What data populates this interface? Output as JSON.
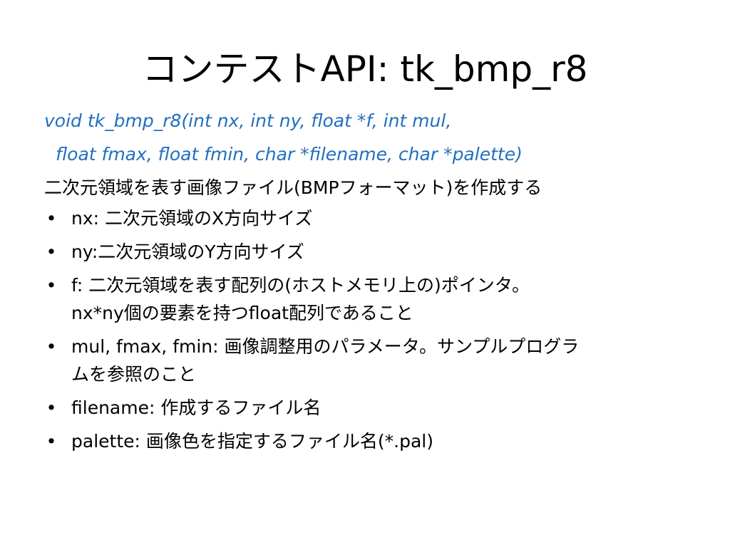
{
  "title": "コンテストAPI: tk_bmp_r8",
  "signature": {
    "line1": "void tk_bmp_r8(int  nx, int ny, float *f,  int mul,",
    "line2": "float fmax, float fmin, char *filename, char *palette)"
  },
  "description": "二次元領域を表す画像ファイル(BMPフォーマット)を作成する",
  "bullet_symbol": "•",
  "bullets": [
    {
      "line1": "nx: 二次元領域のX方向サイズ"
    },
    {
      "line1": "ny:二次元領域のY方向サイズ"
    },
    {
      "line1": "f: 二次元領域を表す配列の(ホストメモリ上の)ポインタ。",
      "line2": "nx*ny個の要素を持つfloat配列であること"
    },
    {
      "line1": "mul, fmax, fmin: 画像調整用のパラメータ。サンプルプログラ",
      "line2": "ムを参照のこと"
    },
    {
      "line1": "filename: 作成するファイル名"
    },
    {
      "line1": "palette: 画像色を指定するファイル名(*.pal)"
    }
  ],
  "colors": {
    "signature_text": "#1f6fc0",
    "body_text": "#000000",
    "background": "#ffffff"
  }
}
